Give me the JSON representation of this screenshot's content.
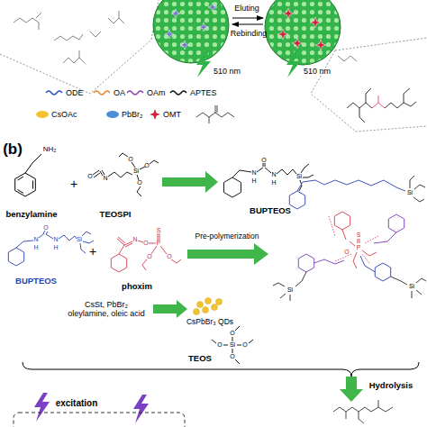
{
  "diagram": {
    "labels": [
      "Eluting",
      "Rebinding",
      "510 nm",
      "510 nm",
      "(b)",
      "NH₂",
      "benzylamine",
      "+",
      "O",
      "N",
      "Si",
      "O",
      "O",
      "O",
      "TEOSPI",
      "N",
      "H",
      "O",
      "N",
      "H",
      "Si",
      "BUPTEOS",
      "N",
      "H",
      "O",
      "N",
      "H",
      "Si",
      "BUPTEOS",
      "+",
      "N",
      "O",
      "P",
      "S",
      "O",
      "O",
      "phoxim",
      "Pre-polymerization",
      "P",
      "S",
      "O",
      "Si",
      "Si",
      "Si",
      "CsSt, PbBr₂ oleylamine, oleic acid",
      "CsPbBr₃ QDs",
      "O",
      "O",
      "Si",
      "O",
      "O",
      "TEOS",
      "Hydrolysis",
      "excitation"
    ],
    "legend": [
      {
        "text": "ODE"
      },
      {
        "text": "OA"
      },
      {
        "text": "OAm"
      },
      {
        "text": "APTES"
      },
      {
        "text": "CsOAc",
        "color": "#f2c230"
      },
      {
        "text": "PbBr₂",
        "color": "#4a8fd8"
      },
      {
        "text": "OMT"
      }
    ]
  }
}
